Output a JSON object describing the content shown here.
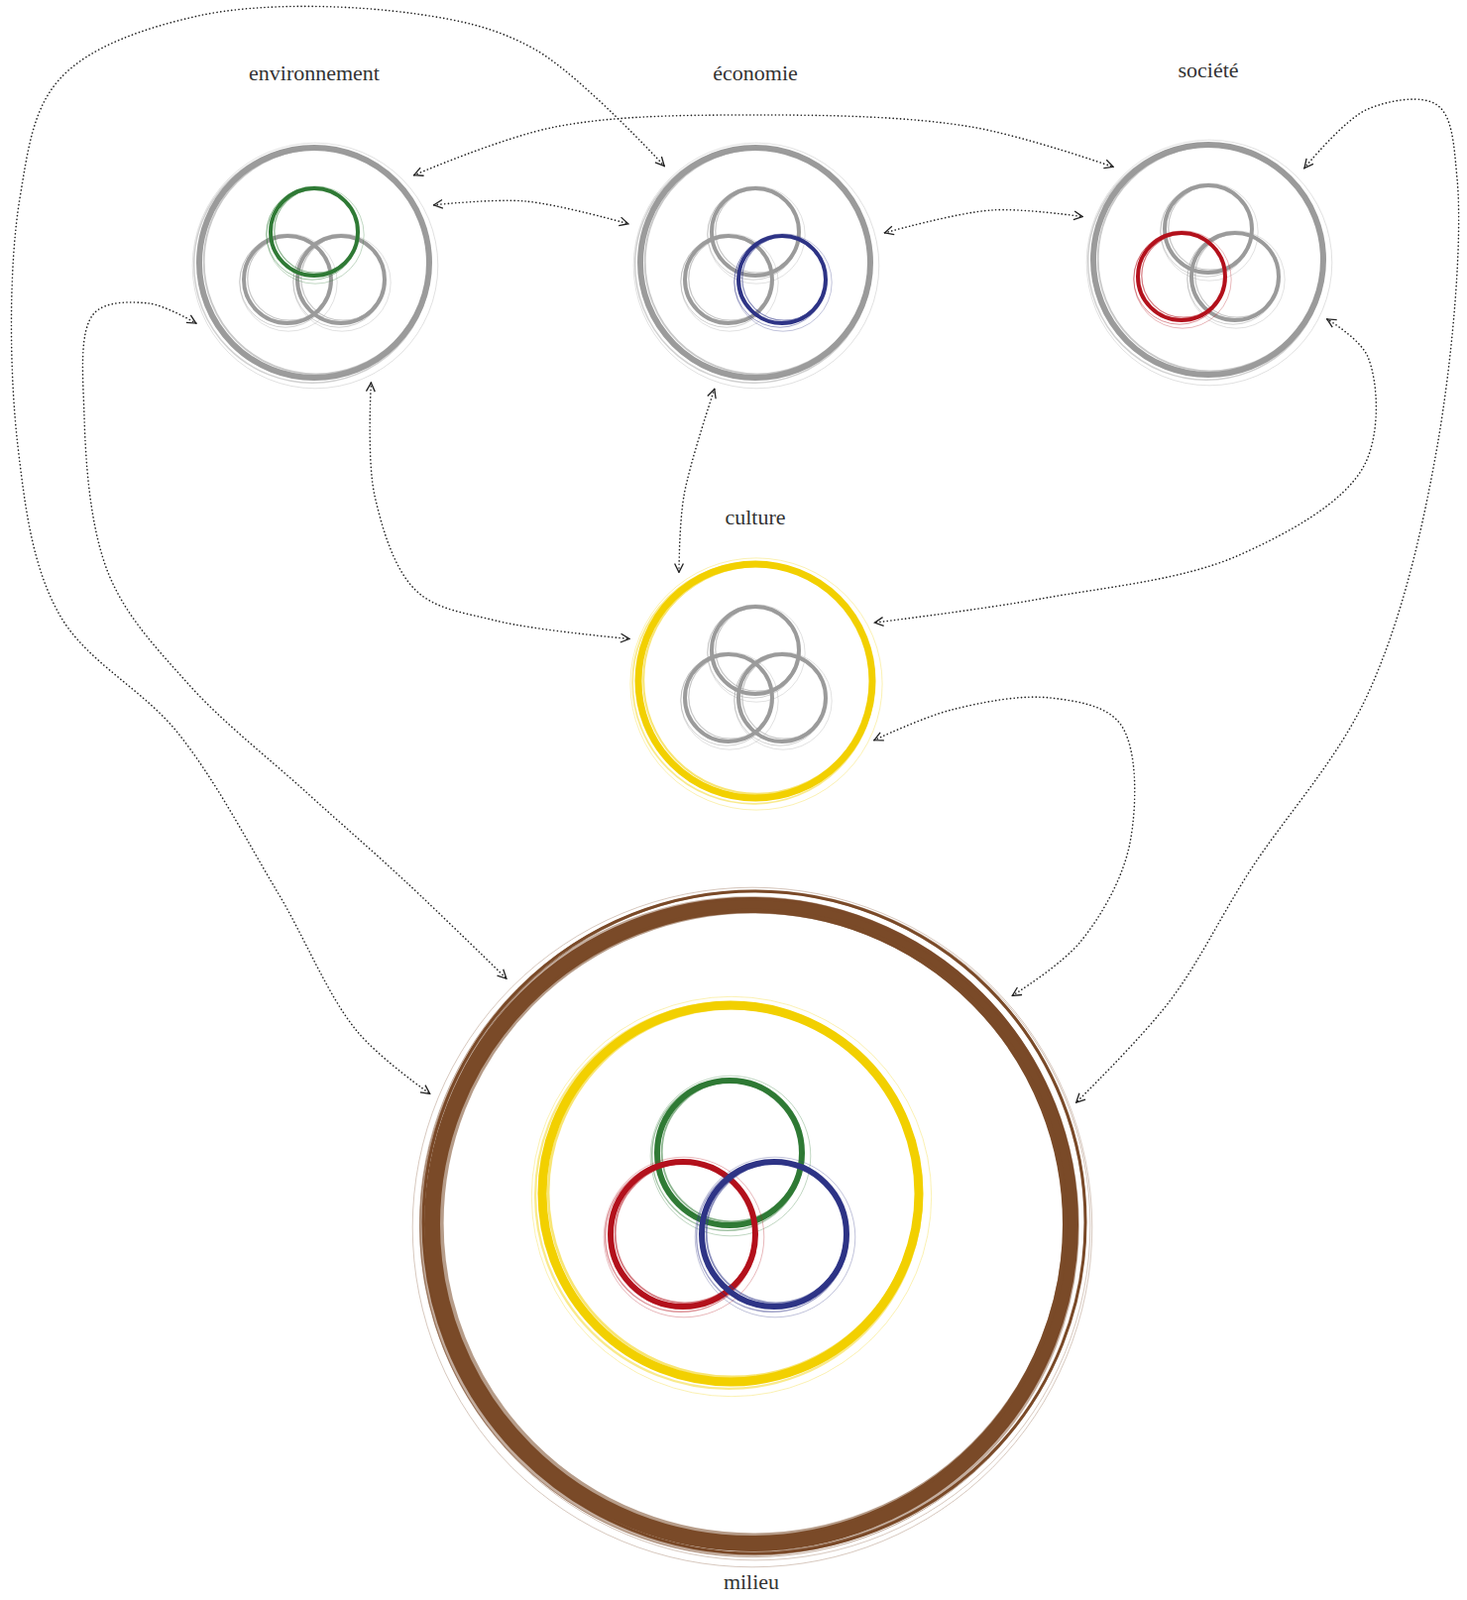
{
  "diagram": {
    "nodes": [
      {
        "text": [
          "environnement"
        ]
      },
      {
        "text": [
          "économie"
        ]
      },
      {
        "text": [
          "société"
        ]
      },
      {
        "text": [
          "culture"
        ]
      },
      {
        "text": [
          "milieu"
        ]
      }
    ],
    "edges": [
      {
        "from": 0,
        "to": 1,
        "arrow": "both"
      },
      {
        "from": 0,
        "to": 2,
        "arrow": "both"
      },
      {
        "from": 1,
        "to": 2,
        "arrow": "both"
      },
      {
        "from": 0,
        "to": 3,
        "arrow": "both"
      },
      {
        "from": 1,
        "to": 3,
        "arrow": "both"
      },
      {
        "from": 2,
        "to": 3,
        "arrow": "both"
      },
      {
        "from": 1,
        "to": 4,
        "arrow": "both"
      },
      {
        "from": 2,
        "to": 4,
        "arrow": "both"
      },
      {
        "from": 0,
        "to": 4,
        "arrow": "both"
      },
      {
        "from": 3,
        "to": 4,
        "arrow": "both"
      }
    ]
  }
}
